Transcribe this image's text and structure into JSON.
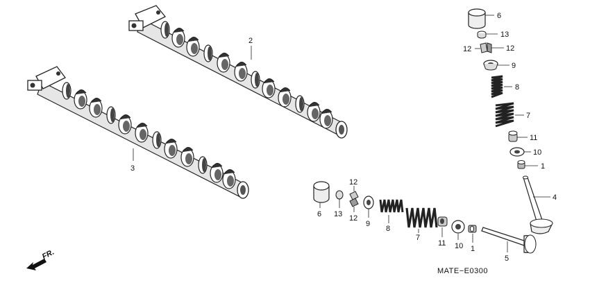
{
  "diagram_code": "MATE−E0300",
  "direction_label": "FR.",
  "callouts": {
    "camshaft_upper": "2",
    "camshaft_lower": "3",
    "top_stack": {
      "lifter": "6",
      "shim": "13",
      "cotter_left": "12",
      "cotter_right": "12",
      "retainer": "9",
      "inner_spring": "8",
      "outer_spring": "7",
      "seal": "11",
      "seat": "10",
      "guide": "1",
      "valve": "4"
    },
    "bottom_stack": {
      "lifter": "6",
      "shim": "13",
      "cotter_top": "12",
      "cotter_bottom": "12",
      "retainer": "9",
      "inner_spring": "8",
      "outer_spring": "7",
      "seal": "11",
      "seat": "10",
      "guide": "1",
      "valve": "5"
    }
  }
}
